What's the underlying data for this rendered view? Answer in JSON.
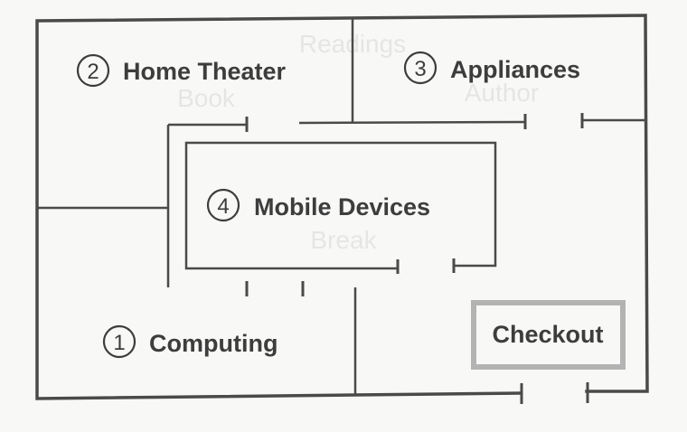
{
  "floor_plan": {
    "sections": [
      {
        "number": "2",
        "name": "Home Theater"
      },
      {
        "number": "3",
        "name": "Appliances"
      },
      {
        "number": "4",
        "name": "Mobile Devices"
      },
      {
        "number": "1",
        "name": "Computing"
      }
    ],
    "checkout": "Checkout",
    "colors": {
      "wall": "#4a4a4a",
      "checkout_border": "#b3b3b3",
      "text": "#3d3d3d"
    }
  },
  "bleed_through": [
    "Readings",
    "Book",
    "Author",
    "Break"
  ]
}
